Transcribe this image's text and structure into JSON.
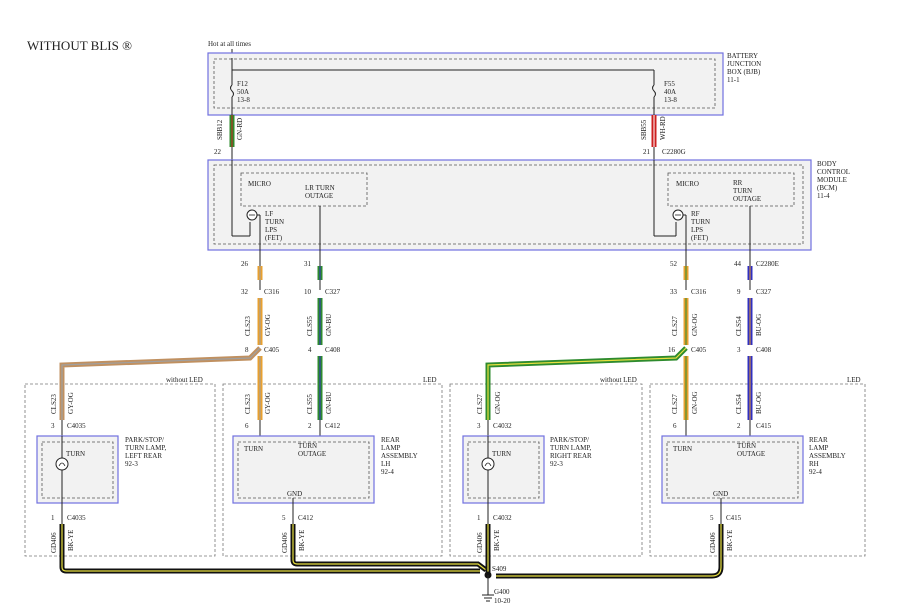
{
  "title": "WITHOUT BLIS ®",
  "hot_label": "Hot at all times",
  "bjb": {
    "name": [
      "BATTERY",
      "JUNCTION",
      "BOX (BJB)",
      "11-1"
    ],
    "fuse_left": [
      "F12",
      "50A",
      "13-8"
    ],
    "fuse_right": [
      "F55",
      "40A",
      "13-8"
    ]
  },
  "bcm": {
    "name": [
      "BODY",
      "CONTROL",
      "MODULE",
      "(BCM)",
      "11-4"
    ],
    "micro_left": "MICRO",
    "micro_right": "MICRO",
    "lr_outage": [
      "LR TURN",
      "OUTAGE"
    ],
    "rr_outage": [
      "RR",
      "TURN",
      "OUTAGE"
    ],
    "lf_lps": [
      "LF",
      "TURN",
      "LPS",
      "(FET)"
    ],
    "rf_lps": [
      "RF",
      "TURN",
      "LPS",
      "(FET)"
    ]
  },
  "wires": {
    "sbb12": "SBB12",
    "gn_rd": "GN-RD",
    "sbb55": "SBB55",
    "wh_rd": "WH-RD",
    "cls23": "CLS23",
    "gy_og": "GY-OG",
    "cls55": "CLS55",
    "gn_bu": "GN-BU",
    "cls27": "CLS27",
    "gn_og": "GN-OG",
    "cls54": "CLS54",
    "bu_og": "BU-OG",
    "gd406": "GD406",
    "bk_ye": "BK-YE"
  },
  "pins": {
    "p22": "22",
    "p21": "21",
    "p26": "26",
    "p31": "31",
    "p52": "52",
    "p44": "44",
    "p32": "32",
    "p10": "10",
    "p33": "33",
    "p9": "9",
    "p8": "8",
    "p4": "4",
    "p16": "16",
    "p3": "3",
    "p3a": "3",
    "p6a": "6",
    "p2a": "2",
    "p3b": "3",
    "p6b": "6",
    "p2b": "2",
    "p1a": "1",
    "p5a": "5",
    "p1b": "1",
    "p5b": "5"
  },
  "connectors": {
    "c2280g": "C2280G",
    "c2280e": "C2280E",
    "c316a": "C316",
    "c327a": "C327",
    "c316b": "C316",
    "c327b": "C327",
    "c405a": "C405",
    "c408a": "C408",
    "c405b": "C405",
    "c408b": "C408",
    "c4035a": "C4035",
    "c412a": "C412",
    "c4032a": "C4032",
    "c415a": "C415",
    "c4035b": "C4035",
    "c412b": "C412",
    "c4032b": "C4032",
    "c415b": "C415",
    "s409": "S409",
    "g400": "G400",
    "g400_ref": "10-20"
  },
  "zones": {
    "without_led_left": "without LED",
    "led_left": "LED",
    "without_led_right": "without LED",
    "led_right": "LED"
  },
  "lamps": {
    "lf_park": [
      "PARK/STOP/",
      "TURN LAMP,",
      "LEFT REAR",
      "92-3"
    ],
    "rf_park": [
      "PARK/STOP/",
      "TURN LAMP,",
      "RIGHT REAR",
      "92-3"
    ],
    "lh_assembly": [
      "REAR",
      "LAMP",
      "ASSEMBLY",
      "LH",
      "92-4"
    ],
    "rh_assembly": [
      "REAR",
      "LAMP",
      "ASSEMBLY",
      "RH",
      "92-4"
    ],
    "turn": "TURN",
    "outage": "OUTAGE",
    "gnd": "GND"
  },
  "colors": {
    "module_border": "#7070e0",
    "module_fill": "#f2f2f2",
    "green": "#2e8b2e",
    "red": "#cc2020",
    "gray": "#a0a0a0",
    "orange": "#e8a030",
    "blue": "#3030c0",
    "black": "#111111",
    "yellow": "#e8e040"
  }
}
